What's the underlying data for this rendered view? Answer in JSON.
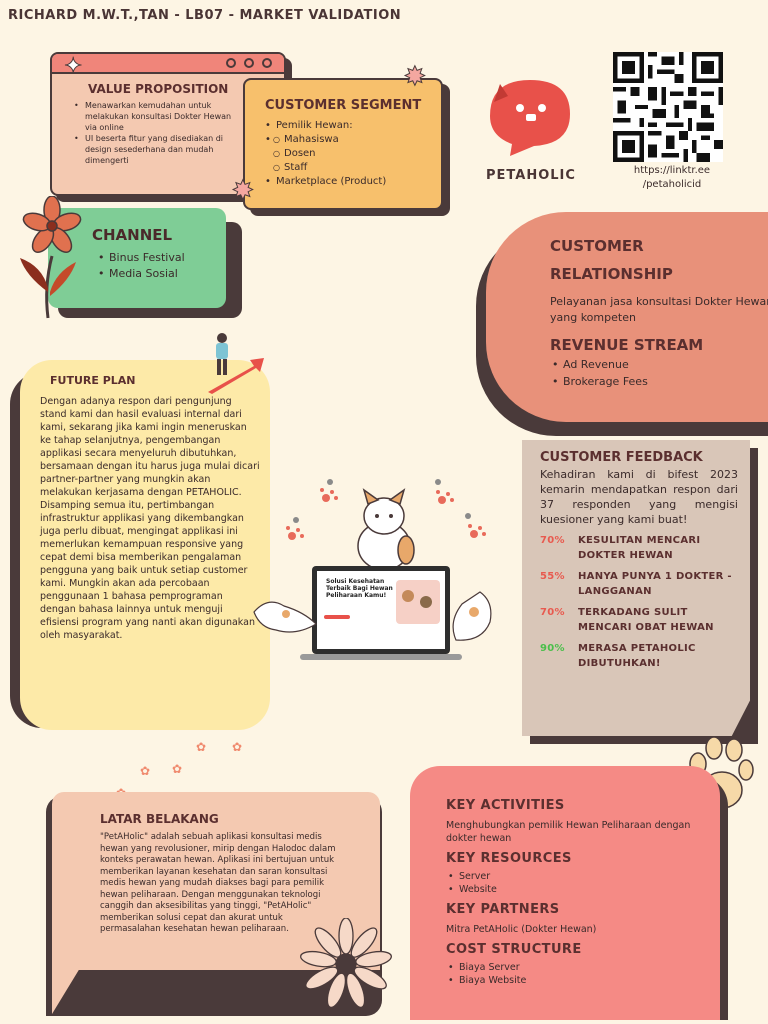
{
  "title": "RICHARD M.W.T.,TAN - LB07 - MARKET VALIDATION",
  "value_proposition": {
    "heading": "VALUE PROPOSITION",
    "items": [
      "Menawarkan kemudahan untuk melakukan konsultasi Dokter Hewan via online",
      "UI beserta fitur yang disediakan di design sesederhana dan mudah dimengerti"
    ]
  },
  "customer_segment": {
    "heading": "CUSTOMER SEGMENT",
    "items": [
      "Pemilik Hewan:",
      "Marketplace (Product)"
    ],
    "sub_items": [
      "Mahasiswa",
      "Dosen",
      "Staff"
    ]
  },
  "channel": {
    "heading": "CHANNEL",
    "items": [
      "Binus Festival",
      "Media Sosial"
    ]
  },
  "brand": {
    "name": "PETAHOLIC",
    "accent": "#e8514a",
    "link": "https://linktr.ee /petaholicid"
  },
  "customer_relationship": {
    "heading": "CUSTOMER RELATIONSHIP",
    "text": "Pelayanan jasa konsultasi Dokter Hewan yang kompeten"
  },
  "revenue_stream": {
    "heading": "REVENUE STREAM",
    "items": [
      "Ad Revenue",
      "Brokerage Fees"
    ]
  },
  "customer_feedback": {
    "heading": "CUSTOMER FEEDBACK",
    "text": "Kehadiran kami di bifest 2023 kemarin mendapatkan respon dari 37 responden yang mengisi kuesioner yang kami buat!",
    "results": [
      {
        "pct": "70%",
        "label": "KESULITAN MENCARI DOKTER HEWAN"
      },
      {
        "pct": "55%",
        "label": "HANYA PUNYA 1 DOKTER - LANGGANAN"
      },
      {
        "pct": "70%",
        "label": "TERKADANG SULIT MENCARI OBAT HEWAN"
      },
      {
        "pct": "90%",
        "label": "MERASA PETAHOLIC DIBUTUHKAN!"
      }
    ]
  },
  "future_plan": {
    "heading": "FUTURE PLAN",
    "text": "Dengan adanya respon dari pengunjung stand kami dan hasil evaluasi internal dari kami, sekarang jika kami ingin meneruskan ke tahap selanjutnya, pengembangan applikasi secara menyeluruh dibutuhkan, bersamaan dengan itu harus juga mulai dicari partner-partner yang mungkin akan melakukan kerjasama dengan PETAHOLIC. Disamping semua itu, pertimbangan infrastruktur applikasi yang dikembangkan juga perlu dibuat, mengingat applikasi ini memerlukan kemampuan responsive yang cepat demi bisa memberikan pengalaman pengguna yang baik untuk setiap customer kami. Mungkin akan ada percobaan penggunaan 1 bahasa pemprograman dengan bahasa lainnya untuk menguji efisiensi program yang nanti akan digunakan oleh masyarakat."
  },
  "laptop_screen": {
    "headline": "Solusi Kesehatan Terbaik Bagi Hewan Peliharaan Kamu!"
  },
  "latar_belakang": {
    "heading": "LATAR BELAKANG",
    "text": "\"PetAHolic\" adalah sebuah aplikasi konsultasi medis hewan yang revolusioner, mirip dengan Halodoc dalam konteks perawatan hewan. Aplikasi ini bertujuan untuk memberikan layanan kesehatan dan saran konsultasi medis hewan yang mudah diakses bagi para pemilik hewan peliharaan. Dengan menggunakan teknologi canggih dan aksesibilitas yang tinggi, \"PetAHolic\" memberikan solusi cepat dan akurat untuk permasalahan kesehatan hewan peliharaan."
  },
  "key": {
    "activities_heading": "KEY ACTIVITIES",
    "activities_text": "Menghubungkan pemilik Hewan Peliharaan dengan dokter hewan",
    "resources_heading": "KEY RESOURCES",
    "resources": [
      "Server",
      "Website"
    ],
    "partners_heading": "KEY PARTNERS",
    "partners_text": "Mitra PetAHolic (Dokter Hewan)",
    "cost_heading": "COST STRUCTURE",
    "cost": [
      "Biaya Server",
      "Biaya Website"
    ]
  }
}
